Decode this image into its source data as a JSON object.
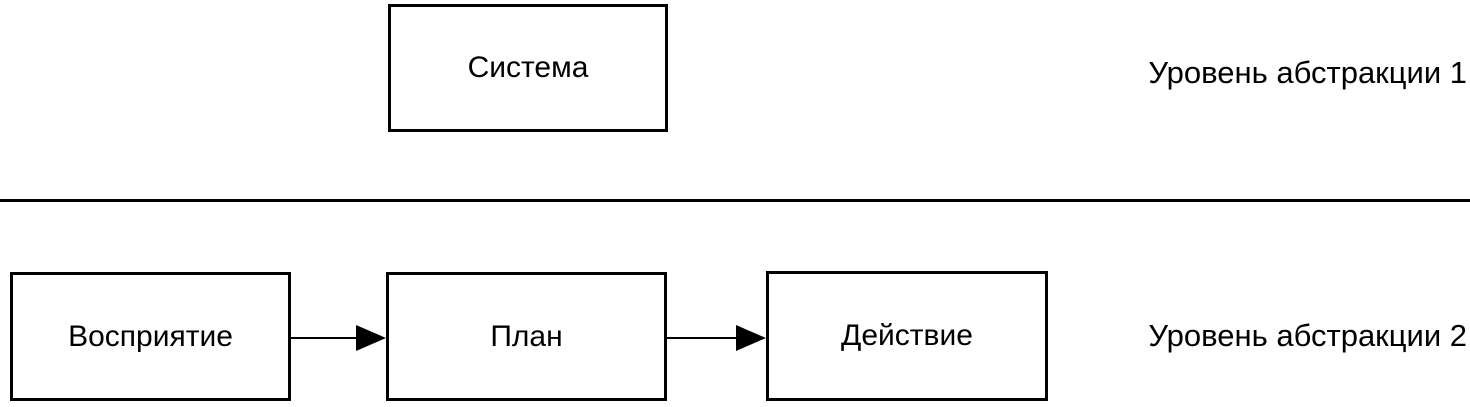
{
  "levels": [
    {
      "label": "Уровень абстракции 1",
      "boxes": [
        {
          "label": "Система"
        }
      ],
      "connections": []
    },
    {
      "label": "Уровень абстракции 2",
      "boxes": [
        {
          "label": "Восприятие"
        },
        {
          "label": "План"
        },
        {
          "label": "Действие"
        }
      ],
      "connections": [
        {
          "from": "Восприятие",
          "to": "План"
        },
        {
          "from": "План",
          "to": "Действие"
        }
      ]
    }
  ],
  "colors": {
    "background": "#ffffff",
    "stroke": "#000000",
    "text": "#000000"
  }
}
